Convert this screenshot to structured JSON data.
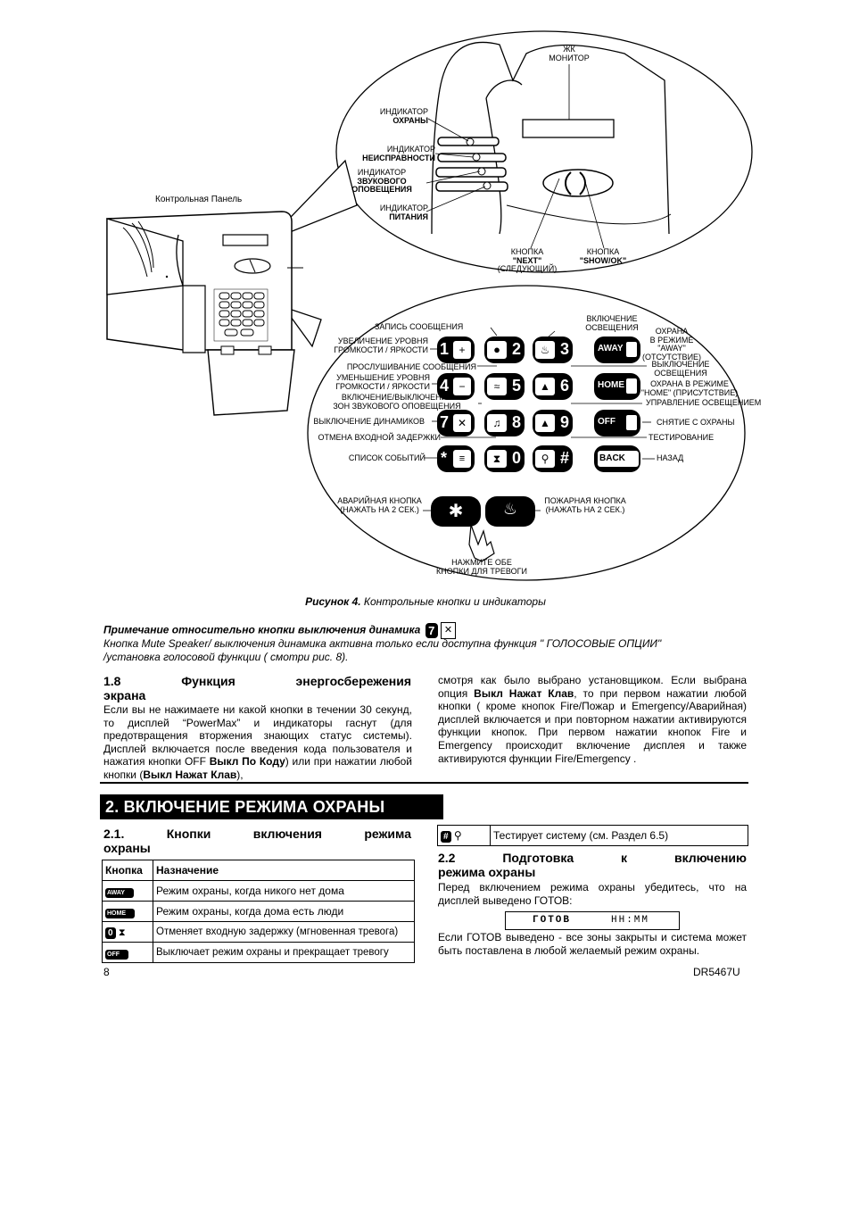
{
  "figure": {
    "lcd_label": [
      "ЖК",
      "МОНИТОР"
    ],
    "control_panel_label": "Контрольная Панель",
    "indicators": [
      {
        "top": "ИНДИКАТОР",
        "bottom": "ОХРАНЫ"
      },
      {
        "top": "ИНДИКАТОР",
        "bottom": "НЕИСПРАВНОСТИ"
      },
      {
        "top": "ИНДИКАТОР",
        "bottom": "ЗВУКОВОГО ОПОВЕЩЕНИЯ"
      },
      {
        "top": "ИНДИКАТОР",
        "bottom": "ПИТАНИЯ"
      }
    ],
    "indicator_lines": {
      "i3a": "ЗВУКОВОГО",
      "i3b": "ОПОВЕЩЕНИЯ"
    },
    "next_button": [
      "КНОПКА",
      "\"NEXT\"",
      "(СЛЕДУЮЩИЙ)"
    ],
    "show_ok_button": [
      "КНОПКА",
      "\"SHOW/OK\""
    ],
    "key_labels": {
      "record": "ЗАПИСЬ СООБЩЕНИЯ",
      "vol_up_1": "УВЕЛИЧЕНИЕ УРОВНЯ",
      "vol_up_2": "ГРОМКОСТИ / ЯРКОСТИ",
      "listen": "ПРОСЛУШИВАНИЕ СООБЩЕНИЯ",
      "vol_down_1": "УМЕНЬШЕНИЕ УРОВНЯ",
      "vol_down_2": "ГРОМКОСТИ / ЯРКОСТИ",
      "chime_1": "ВКЛЮЧЕНИЕ/ВЫКЛЮЧЕНИЕ",
      "chime_2": "ЗОН ЗВУКОВОГО ОПОВЕЩЕНИЯ",
      "mute": "ВЫКЛЮЧЕНИЕ ДИНАМИКОВ",
      "cancel_entry": "ОТМЕНА ВХОДНОЙ ЗАДЕРЖКИ",
      "event_log": "СПИСОК СОБЫТИЙ",
      "light_on_1": "ВКЛЮЧЕНИЕ",
      "light_on_2": "ОСВЕЩЕНИЯ",
      "away_1": "ОХРАНА",
      "away_2": "В РЕЖИМЕ",
      "away_3": "\"AWAY\"",
      "away_4": "(ОТСУТСТВИЕ)",
      "light_off_1": "ВЫКЛЮЧЕНИЕ",
      "light_off_2": "ОСВЕЩЕНИЯ",
      "home_1": "ОХРАНА В РЕЖИМЕ",
      "home_2": "\"HOME\" (ПРИСУТСТВИЕ)",
      "light_ctrl": "УПРАВЛЕНИЕ ОСВЕЩЕНИЕМ",
      "disarm": "СНЯТИЕ С ОХРАНЫ",
      "test": "ТЕСТИРОВАНИЕ",
      "back": "НАЗАД",
      "emergency_1": "АВАРИЙНАЯ КНОПКА",
      "emergency_2": "(НАЖАТЬ НА 2 СЕК.)",
      "fire_1": "ПОЖАРНАЯ КНОПКА",
      "fire_2": "(НАЖАТЬ НА 2 СЕК.)",
      "both_1": "НАЖМИТЕ ОБЕ",
      "both_2": "КНОПКИ ДЛЯ ТРЕВОГИ"
    },
    "keys": {
      "k1": "1",
      "k2": "2",
      "k3": "3",
      "k4": "4",
      "k5": "5",
      "k6": "6",
      "k7": "7",
      "k8": "8",
      "k9": "9",
      "k0": "0",
      "kstar": "*",
      "khash": "#",
      "away": "AWAY",
      "home": "HOME",
      "off": "OFF",
      "back": "BACK"
    },
    "caption_bold": "Рисунок 4.",
    "caption_text": " Контрольные кнопки и индикаторы"
  },
  "note": {
    "title": "Примечание относительно кнопки выключения динамика",
    "key_digit": "7",
    "line1": "Кнопка Mute Speaker/ выключения динамика активна только если доступна функция \" ГОЛОСОВЫЕ ОПЦИИ\"",
    "line2": "/установка голосовой функции ( смотри рис. 8)."
  },
  "section_1_8": {
    "heading_1": "1.8 Функция энергосбережения",
    "heading_2": "экрана",
    "left_text_a": "Если вы не нажимаете ни какой кнопки в течении 30 секунд, то дисплей “PowerMax” и индикаторы гаснут (для предотвращения вторжения знающих статус системы). Дисплей включается после введения кода пользователя и нажатия кнопки OFF ",
    "left_bold_a": "Выкл По Коду",
    "left_text_b": ") или при нажатии любой кнопки (",
    "left_bold_b": "Выкл Нажат Клав",
    "left_text_c": "),",
    "right_text_a": "смотря как было выбрано установщиком. Если выбрана опция ",
    "right_bold": "Выкл Нажат Клав",
    "right_text_b": ", то при первом нажатии любой кнопки ( кроме кнопок Fire/Пожар и Emergency/Аварийная) дисплей включается и при повторном нажатии активируются функции кнопок. При первом нажатии кнопок Fire и Emergency происходит включение дисплея и также активируются функции Fire/Emergency ."
  },
  "section_2": {
    "title": "2. ВКЛЮЧЕНИЕ РЕЖИМА ОХРАНЫ",
    "sub21_1": "2.1. Кнопки включения режима",
    "sub21_2": "охраны",
    "table_headers": [
      "Кнопка",
      "Назначение"
    ],
    "table_rows": [
      {
        "icon": "away-key-icon",
        "key": "AWAY",
        "text": "Режим охраны, когда никого нет дома"
      },
      {
        "icon": "home-key-icon",
        "key": "HOME",
        "text": "Режим охраны, когда дома есть люди"
      },
      {
        "icon": "instant-key-icon",
        "key": "0",
        "text": "Отменяет входную задержку (мгновенная тревога)"
      },
      {
        "icon": "off-key-icon",
        "key": "OFF",
        "text": "Выключает режим охраны и прекращает тревогу"
      }
    ],
    "test_row": {
      "icon": "test-key-icon",
      "text": "Тестирует систему (см. Раздел 6.5)"
    },
    "sub22_1": "2.2 Подготовка к включению",
    "sub22_2": "режима охраны",
    "before_text": "Перед включением режима охраны убедитесь, что на дисплей выведено ГОТОВ:",
    "ready_display": {
      "status": "ГОТОВ",
      "time": "HH:MM"
    },
    "after_text": "Если ГОТОВ выведено - все зоны закрыты и система может быть поставлена в любой желаемый режим охраны."
  },
  "footer": {
    "page": "8",
    "doc": "DR5467U"
  }
}
